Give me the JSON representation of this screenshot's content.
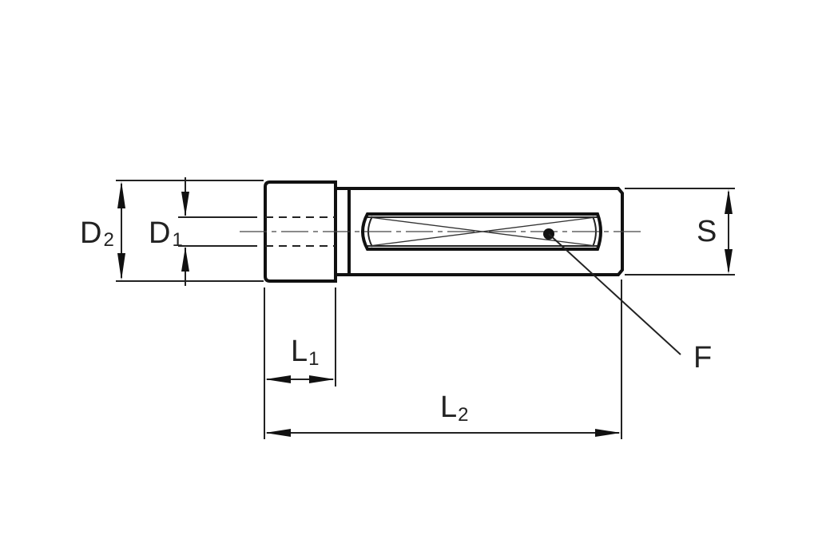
{
  "labels": {
    "d2": {
      "main": "D",
      "sub": "2"
    },
    "d1": {
      "main": "D",
      "sub": "1"
    },
    "s": {
      "main": "S"
    },
    "f": {
      "main": "F"
    },
    "l1": {
      "main": "L",
      "sub": "1"
    },
    "l2": {
      "main": "L",
      "sub": "2"
    }
  },
  "colors": {
    "line": "#111111",
    "background": "#ffffff"
  }
}
